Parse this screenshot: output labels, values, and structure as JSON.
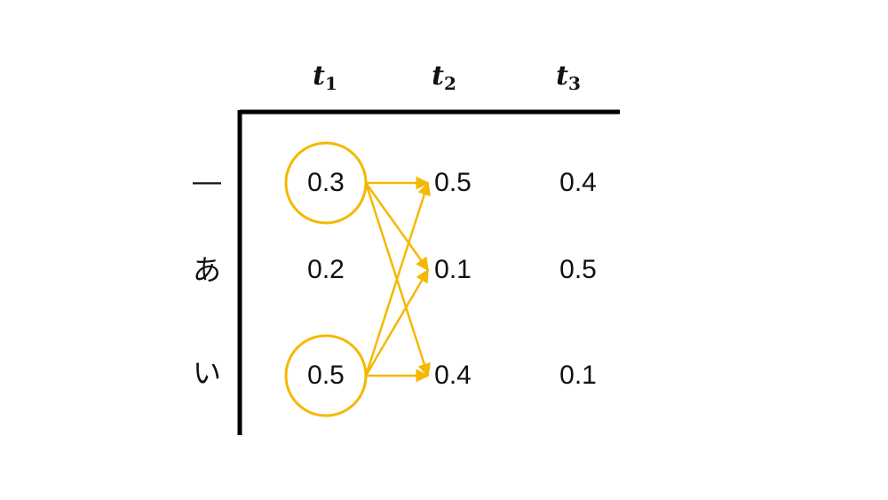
{
  "columns": [
    {
      "var": "t",
      "sub": "1"
    },
    {
      "var": "t",
      "sub": "2"
    },
    {
      "var": "t",
      "sub": "3"
    }
  ],
  "rows": [
    "―",
    "あ",
    "い"
  ],
  "values": [
    [
      "0.3",
      "0.5",
      "0.4"
    ],
    [
      "0.2",
      "0.1",
      "0.5"
    ],
    [
      "0.5",
      "0.4",
      "0.1"
    ]
  ],
  "highlighted_cells": [
    {
      "row": 0,
      "col": 0
    },
    {
      "row": 2,
      "col": 0
    }
  ],
  "transitions": [
    {
      "from": {
        "row": 0,
        "col": 0
      },
      "to": {
        "row": 0,
        "col": 1
      }
    },
    {
      "from": {
        "row": 0,
        "col": 0
      },
      "to": {
        "row": 1,
        "col": 1
      }
    },
    {
      "from": {
        "row": 0,
        "col": 0
      },
      "to": {
        "row": 2,
        "col": 1
      }
    },
    {
      "from": {
        "row": 2,
        "col": 0
      },
      "to": {
        "row": 0,
        "col": 1
      }
    },
    {
      "from": {
        "row": 2,
        "col": 0
      },
      "to": {
        "row": 1,
        "col": 1
      }
    },
    {
      "from": {
        "row": 2,
        "col": 0
      },
      "to": {
        "row": 2,
        "col": 1
      }
    }
  ],
  "colors": {
    "highlight": "#f5b800",
    "axis": "#000000",
    "text": "#111111"
  }
}
